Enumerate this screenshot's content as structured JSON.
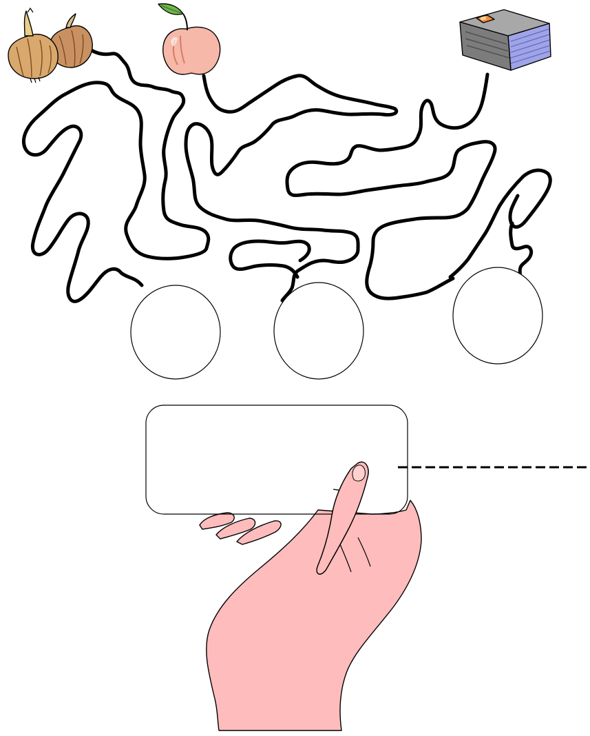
{
  "items": [
    {
      "id": "onions",
      "icon": "onions-icon"
    },
    {
      "id": "apple",
      "icon": "apple-icon"
    },
    {
      "id": "book",
      "icon": "book-icon"
    }
  ],
  "answer_circles": 3,
  "colors": {
    "line": "#000000",
    "onion_skin": "#d9a86c",
    "onion_shadow": "#b07a44",
    "apple": "#f6b8a8",
    "apple_leaf": "#6fb64a",
    "book_cover": "#8c8c8c",
    "book_pages": "#9fa4e8",
    "book_label": "#f08a3c",
    "hand": "#ffbcbc",
    "card": "#ffffff"
  }
}
